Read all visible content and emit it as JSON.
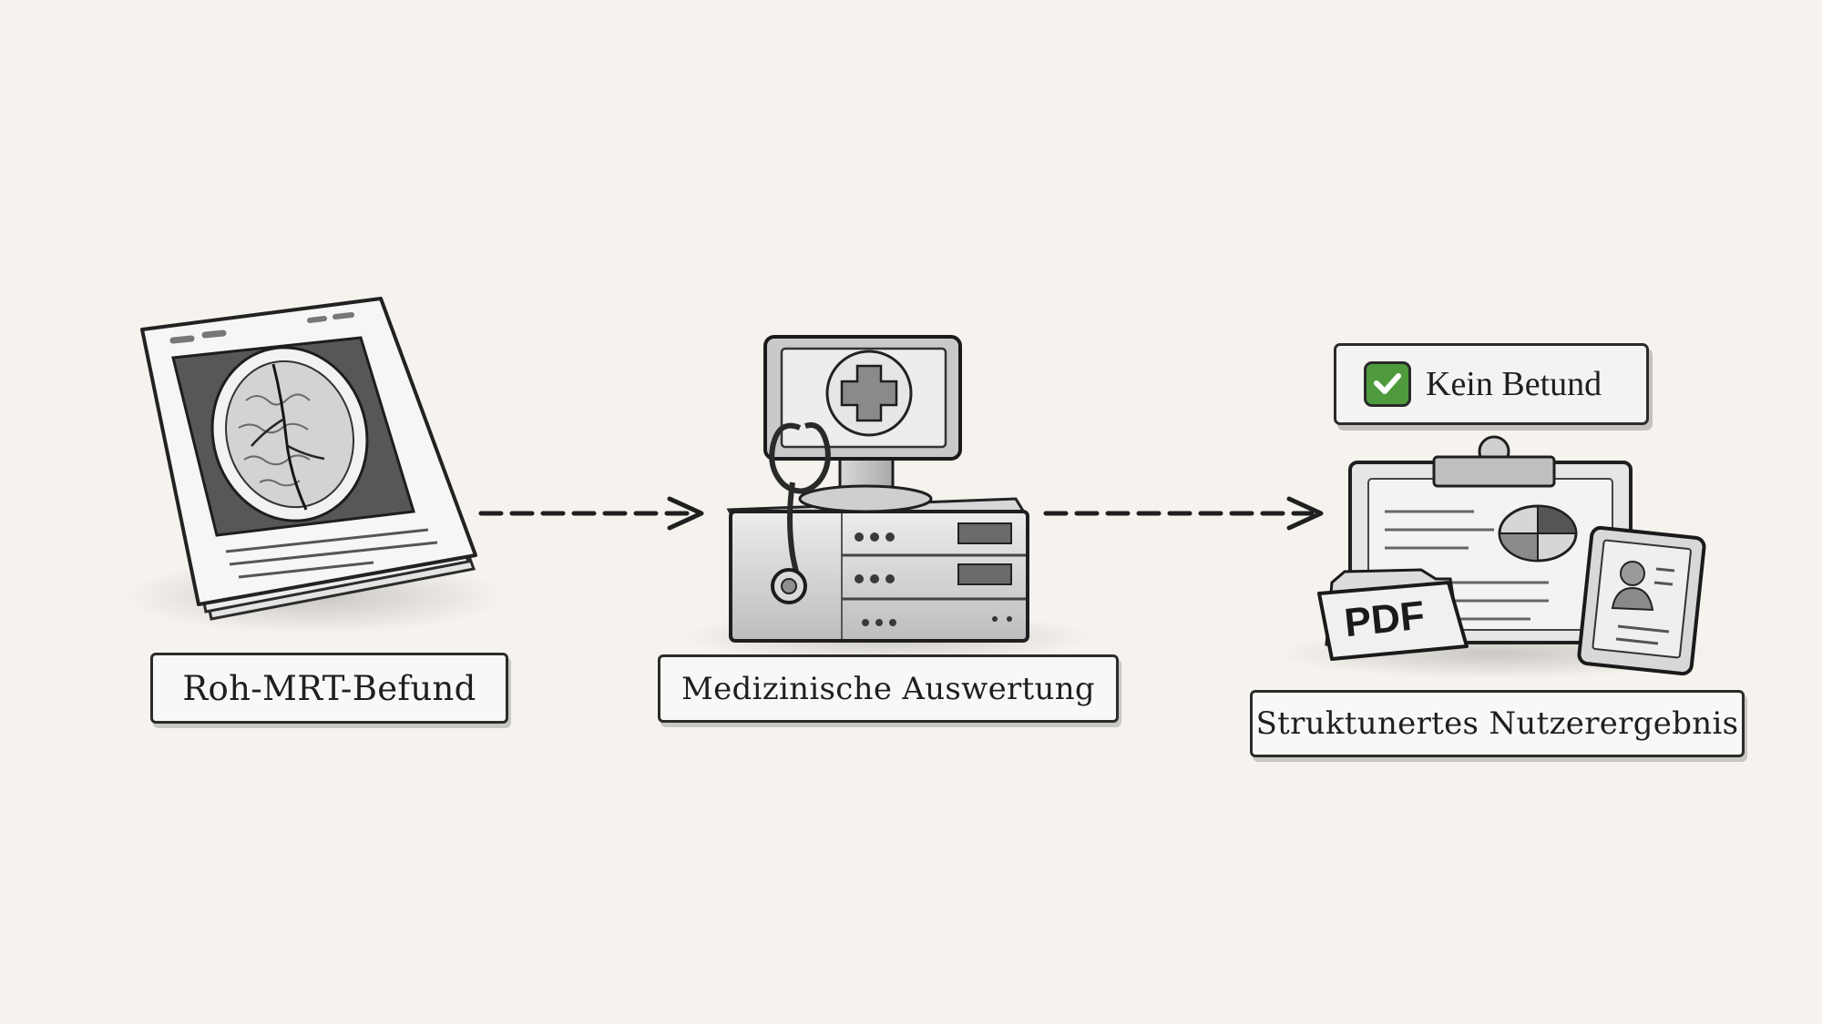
{
  "diagram": {
    "steps": [
      {
        "label": "Roh-MRT-Befund",
        "icon": "mri-scan-document-icon"
      },
      {
        "label": "Medizinische Auswertung",
        "icon": "medical-workstation-icon"
      },
      {
        "label": "Struktunertes Nutzerergebnis",
        "icon": "structured-result-icon"
      }
    ],
    "result_badge": {
      "text": "Kein Betund",
      "icon": "green-check-icon",
      "color": "#4e9a3c"
    },
    "pdf_label": "PDF"
  }
}
